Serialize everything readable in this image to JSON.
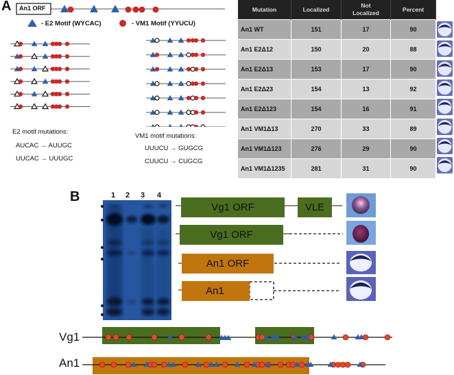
{
  "panel_a": {
    "label": "A",
    "orf_label": "An1 ORF",
    "legend": {
      "e2": "- E2 Motif  (WYCAC)",
      "vm1": "- VM1 Motif  (YYUCU)"
    },
    "e2_mutations_title": "E2 motif mutations:",
    "e2_mutations": [
      "AUCAC → AUUGC",
      "UUCAC → UUUGC"
    ],
    "vm1_mutations_title": "VM1 motif mutations:",
    "vm1_mutations": [
      "UUUCU → GUGCG",
      "CUUCU →  CUGCG"
    ],
    "e2_constructs": [
      [
        false,
        true,
        true
      ],
      [
        true,
        false,
        true
      ],
      [
        true,
        true,
        false
      ],
      [
        false,
        false,
        true
      ],
      [
        false,
        true,
        false
      ],
      [
        false,
        false,
        false
      ]
    ],
    "vm1_constructs": [
      [
        false,
        true,
        true,
        true,
        true
      ],
      [
        true,
        false,
        true,
        true,
        true
      ],
      [
        true,
        true,
        false,
        true,
        true
      ],
      [
        false,
        false,
        true,
        true,
        true
      ],
      [
        false,
        true,
        false,
        true,
        true
      ],
      [
        false,
        false,
        false,
        true,
        true
      ],
      [
        false,
        false,
        false,
        true,
        false
      ]
    ],
    "table": {
      "headers": [
        "Mutation",
        "Localized",
        "Not Localized",
        "Percent"
      ],
      "rows": [
        {
          "mutation": "An1 WT",
          "localized": "151",
          "not_localized": "17",
          "percent": "90"
        },
        {
          "mutation": "An1 E2Δ12",
          "localized": "150",
          "not_localized": "20",
          "percent": "88"
        },
        {
          "mutation": "An1 E2Δ13",
          "localized": "153",
          "not_localized": "17",
          "percent": "90"
        },
        {
          "mutation": "An1 E2Δ23",
          "localized": "154",
          "not_localized": "13",
          "percent": "92"
        },
        {
          "mutation": "An1 E2Δ123",
          "localized": "154",
          "not_localized": "16",
          "percent": "91"
        },
        {
          "mutation": "An1 VM1Δ13",
          "localized": "270",
          "not_localized": "33",
          "percent": "89"
        },
        {
          "mutation": "An1 VM1Δ123",
          "localized": "276",
          "not_localized": "29",
          "percent": "90"
        },
        {
          "mutation": "An1 VM1Δ1235",
          "localized": "281",
          "not_localized": "31",
          "percent": "90"
        }
      ]
    }
  },
  "panel_b": {
    "label": "B",
    "lanes": [
      "1",
      "2",
      "3",
      "4"
    ],
    "constructs": [
      {
        "orf": "Vg1 ORF",
        "extra": "VLE"
      },
      {
        "orf": "Vg1 ORF"
      },
      {
        "orf": "An1 ORF"
      },
      {
        "orf": "An1"
      }
    ],
    "tracks": [
      {
        "name": "Vg1"
      },
      {
        "name": "An1"
      }
    ]
  },
  "colors": {
    "e2_triangle": "#2f5fa8",
    "vm1_circle": "#c62a2a",
    "vg1_green": "#4b6d1f",
    "an1_orange": "#c0750e",
    "track_circle": "#e8472a"
  }
}
